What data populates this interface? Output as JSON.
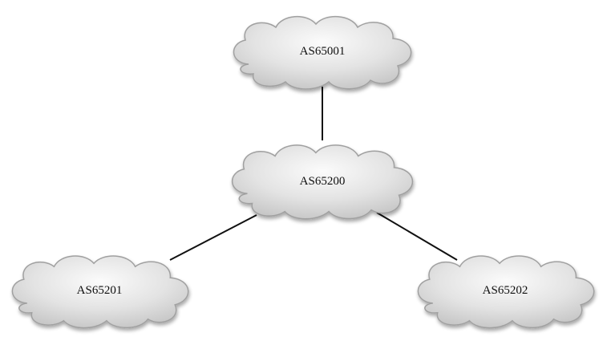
{
  "diagram": {
    "nodes": [
      {
        "id": "as65001",
        "label": "AS65001"
      },
      {
        "id": "as65200",
        "label": "AS65200"
      },
      {
        "id": "as65201",
        "label": "AS65201"
      },
      {
        "id": "as65202",
        "label": "AS65202"
      }
    ],
    "edges": [
      {
        "from": "as65001",
        "to": "as65200"
      },
      {
        "from": "as65200",
        "to": "as65201"
      },
      {
        "from": "as65200",
        "to": "as65202"
      }
    ],
    "colors": {
      "cloud_fill_light": "#f7f7f7",
      "cloud_fill_dark": "#c9c9c9",
      "cloud_stroke": "#9a9a9a",
      "link": "#111111"
    }
  }
}
